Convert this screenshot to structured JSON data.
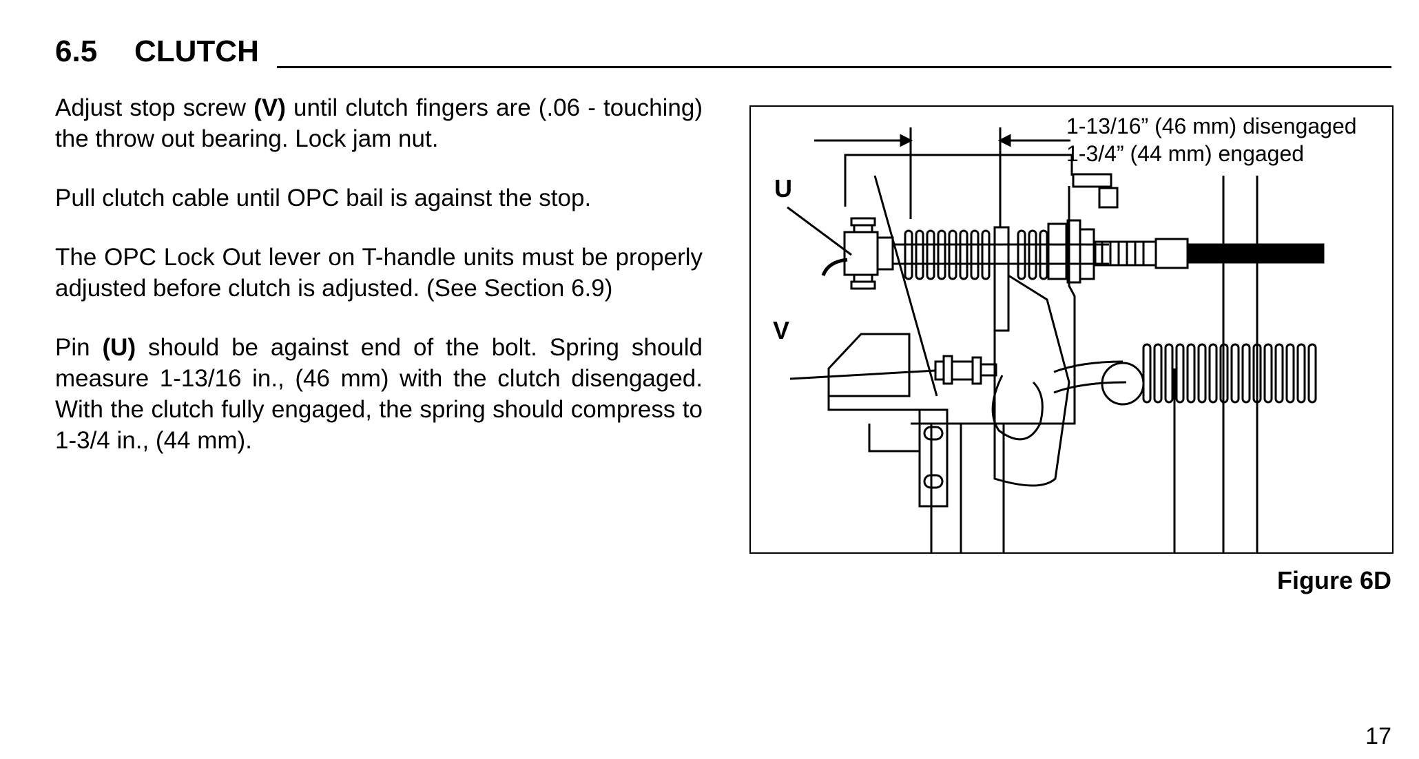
{
  "section": {
    "number": "6.5",
    "title": "CLUTCH"
  },
  "paragraphs": {
    "p1": {
      "before": "Adjust stop screw ",
      "bold": "(V)",
      "after": " until clutch fingers are (.06 - touching) the throw out bearing. Lock jam nut."
    },
    "p2": {
      "text": "Pull clutch cable until OPC bail is against the stop."
    },
    "p3": {
      "text": "The OPC Lock Out lever on T-handle units must be properly adjusted before clutch is adjusted. (See Section 6.9)"
    },
    "p4": {
      "before": "Pin ",
      "bold": "(U)",
      "after": " should be against end of the bolt. Spring should measure 1-13/16 in., (46 mm) with the clutch disengaged. With the clutch fully engaged, the spring should compress to 1-3/4 in., (44 mm)."
    }
  },
  "figure": {
    "dim_disengaged": "1-13/16” (46 mm) disengaged",
    "dim_engaged": "1-3/4” (44 mm) engaged",
    "label_u": "U",
    "label_v": "V",
    "caption": "Figure 6D"
  },
  "page_number": "17"
}
